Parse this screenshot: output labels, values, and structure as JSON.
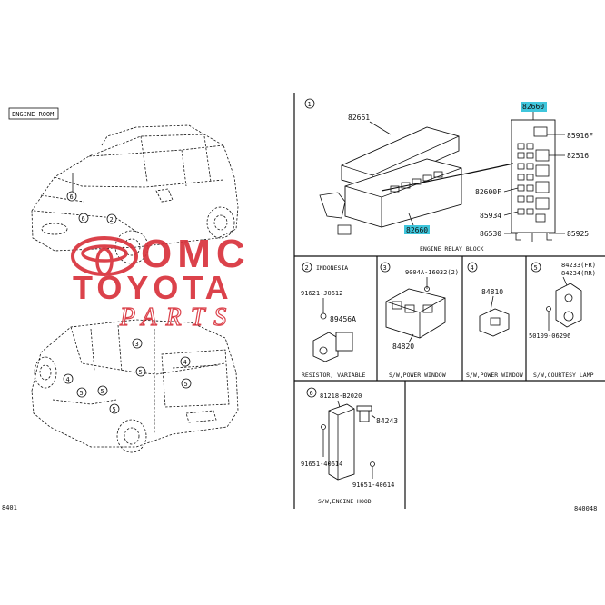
{
  "left_views": {
    "engine_room_label": "ENGINE ROOM",
    "bottom_code": "8401"
  },
  "markers": {
    "m1": "1",
    "m2": "2",
    "m3": "3",
    "m4": "4",
    "m5": "5",
    "m6": "6"
  },
  "relay_block": {
    "cover_part": "82661",
    "block_part": "82660",
    "detail_part": "82660",
    "p1": "85916F",
    "p2": "82516",
    "p3": "82600F",
    "p4": "85934",
    "p5": "86530",
    "p6": "85925",
    "caption": "ENGINE RELAY BLOCK"
  },
  "panels": {
    "p2": {
      "region": "INDONESIA",
      "part_a": "91621-J0612",
      "part_b": "89456A",
      "caption": "RESISTOR, VARIABLE"
    },
    "p3": {
      "part_a": "9004A-16032(2)",
      "part_b": "84820",
      "caption": "S/W,POWER WINDOW"
    },
    "p4": {
      "part_a": "84810",
      "caption": "S/W,POWER WINDOW"
    },
    "p5": {
      "part_a": "84233(FR)",
      "part_b": "84234(RR)",
      "part_c": "50109-06296",
      "caption": "S/W,COURTESY LAMP"
    },
    "p6": {
      "part_a": "81218-B2020",
      "part_b": "84243",
      "part_c": "91651-40614",
      "part_d": "91651-40614",
      "caption": "S/W,ENGINE HOOD"
    }
  },
  "footer_code": "840048",
  "watermark": {
    "line1": "OMC",
    "line2": "TOYOTA",
    "line3": "PARTS"
  }
}
